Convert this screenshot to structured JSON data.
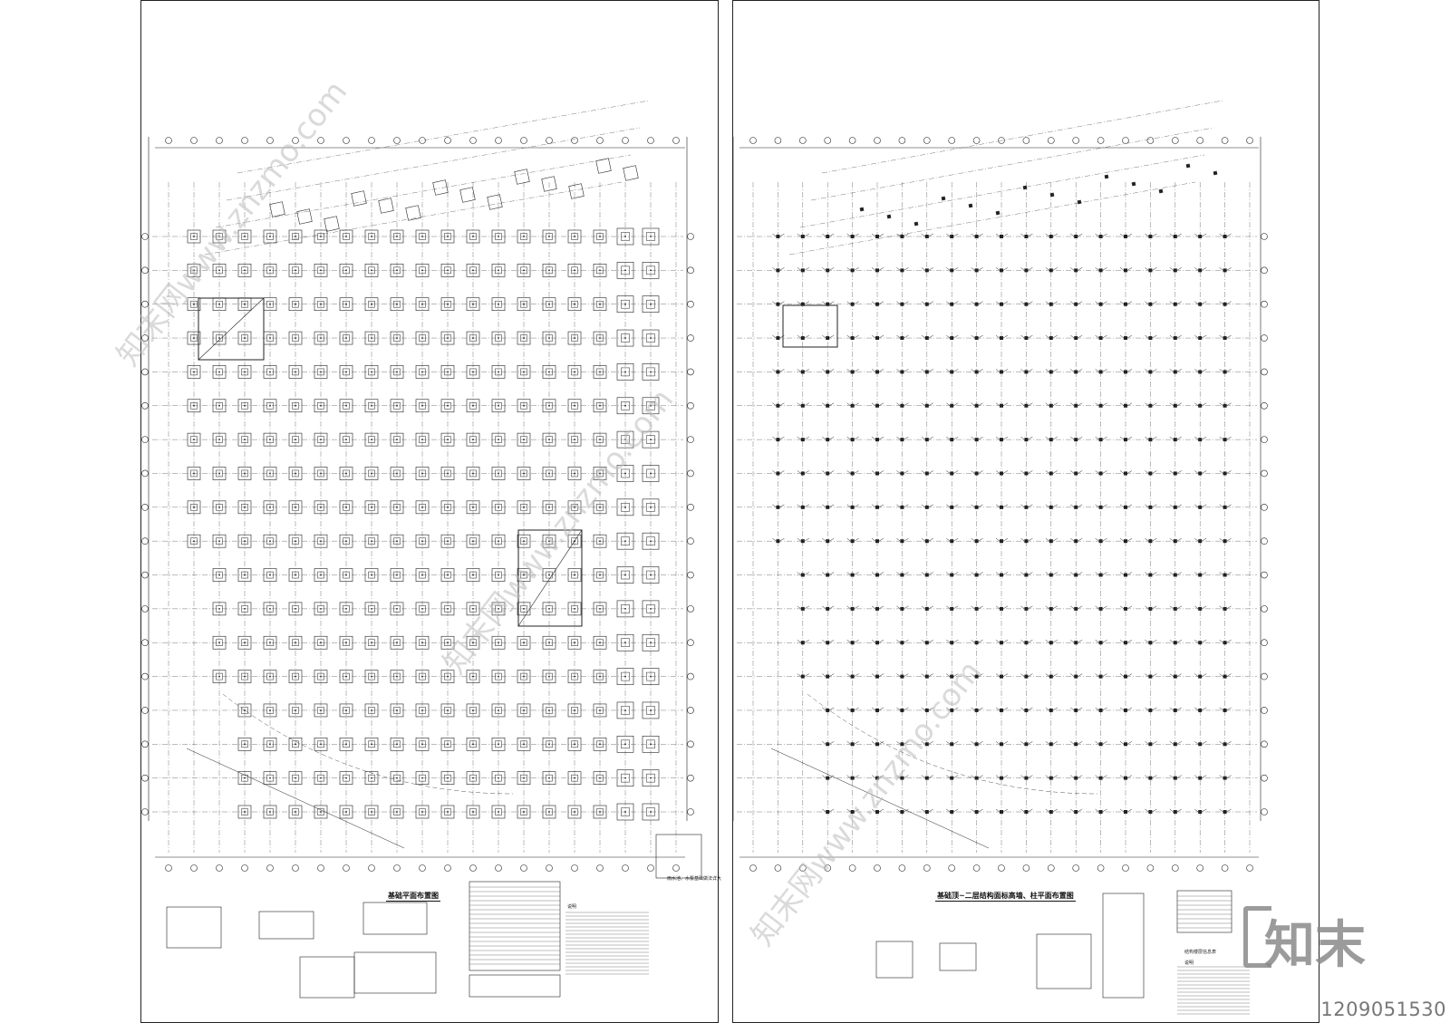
{
  "sheets": [
    {
      "id": "left",
      "title": "基础平面布置图"
    },
    {
      "id": "right",
      "title": "基础顶~二层结构面标高墙、柱平面布置图"
    }
  ],
  "notes": {
    "left_heading": "说明",
    "left_side_label": "雨水池、水泵基础做法详大",
    "right_table_title": "结构楼层信息表",
    "right_heading": "说明"
  },
  "branding": {
    "logo_text": "知末",
    "image_code": "1209051530",
    "watermark": "知末网www.znzmo.com"
  },
  "colors": {
    "line": "#222222",
    "grid": "#555555",
    "watermark": "#bdbdbd"
  },
  "grid": {
    "columns": 21,
    "rows": 18
  }
}
